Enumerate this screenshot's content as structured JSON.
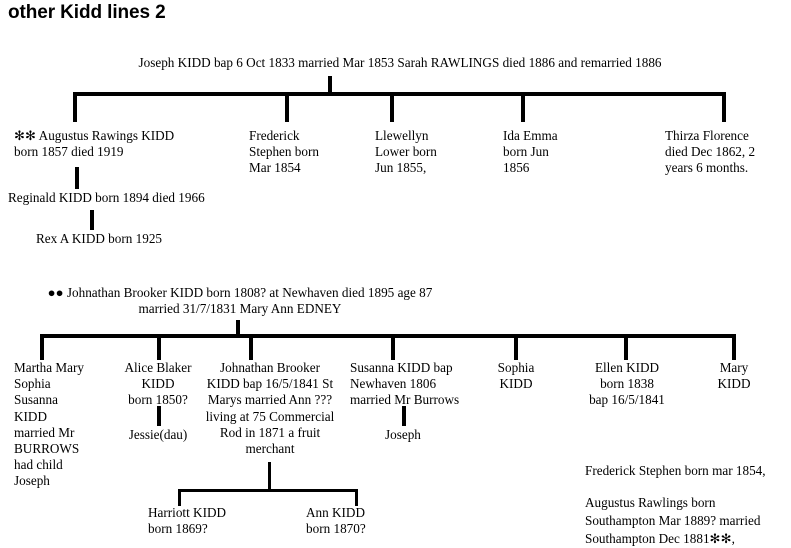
{
  "page": {
    "title": "other Kidd lines 2",
    "background_color": "#ffffff",
    "line_color": "#000000",
    "text_color": "#000000"
  },
  "family1": {
    "parent": "Joseph KIDD bap 6 Oct 1833 married Mar 1853 Sarah RAWLINGS died 1886 and remarried 1886",
    "children": [
      {
        "name": "augustus-rawings-kidd",
        "text": "✻✻ Augustus Rawings KIDD\nborn 1857 died 1919",
        "descendants": [
          {
            "name": "reginald-kidd",
            "text": "Reginald KIDD born 1894 died 1966"
          },
          {
            "name": "rex-a-kidd",
            "text": "Rex A KIDD born 1925"
          }
        ]
      },
      {
        "name": "frederick-stephen-kidd",
        "text": "Frederick\nStephen born\nMar 1854"
      },
      {
        "name": "llewellyn-lower-kidd",
        "text": "Llewellyn\nLower born\nJun 1855,"
      },
      {
        "name": "ida-emma-kidd",
        "text": "Ida Emma\nborn Jun\n1856"
      },
      {
        "name": "thirza-florence-kidd",
        "text": "Thirza Florence\ndied Dec 1862, 2\nyears 6 months."
      }
    ]
  },
  "family2": {
    "parent_line1": "●● Johnathan Brooker KIDD born 1808? at Newhaven died 1895 age 87",
    "parent_line2": "married 31/7/1831 Mary Ann EDNEY",
    "children": [
      {
        "name": "martha-mary-sophia-susanna-kidd",
        "text": "Martha Mary\nSophia\nSusanna\nKIDD\nmarried Mr\nBURROWS\nhad child\nJoseph"
      },
      {
        "name": "alice-blaker-kidd",
        "text": "Alice Blaker\nKIDD\nborn 1850?",
        "child": "Jessie(dau)"
      },
      {
        "name": "johnathan-brooker-kidd-jr",
        "text": "Johnathan Brooker\nKIDD bap 16/5/1841 St\nMarys married Ann ???\nliving at 75 Commercial\nRod in 1871 a fruit\nmerchant",
        "children": [
          {
            "name": "harriott-kidd",
            "text": "Harriott KIDD\nborn 1869?"
          },
          {
            "name": "ann-kidd",
            "text": "Ann KIDD\nborn 1870?"
          }
        ]
      },
      {
        "name": "susanna-kidd",
        "text": "Susanna KIDD bap\nNewhaven 1806\nmarried Mr Burrows",
        "child": "Joseph"
      },
      {
        "name": "sophia-kidd",
        "text": "Sophia\nKIDD"
      },
      {
        "name": "ellen-kidd",
        "text": "Ellen KIDD\nborn 1838\nbap 16/5/1841"
      },
      {
        "name": "mary-kidd",
        "text": "Mary\nKIDD"
      }
    ]
  },
  "notes": {
    "note1": "Frederick Stephen born mar 1854,",
    "note2": "Augustus Rawlings born\nSouthampton Mar 1889? married\nSouthampton Dec 1881✻✻,"
  }
}
